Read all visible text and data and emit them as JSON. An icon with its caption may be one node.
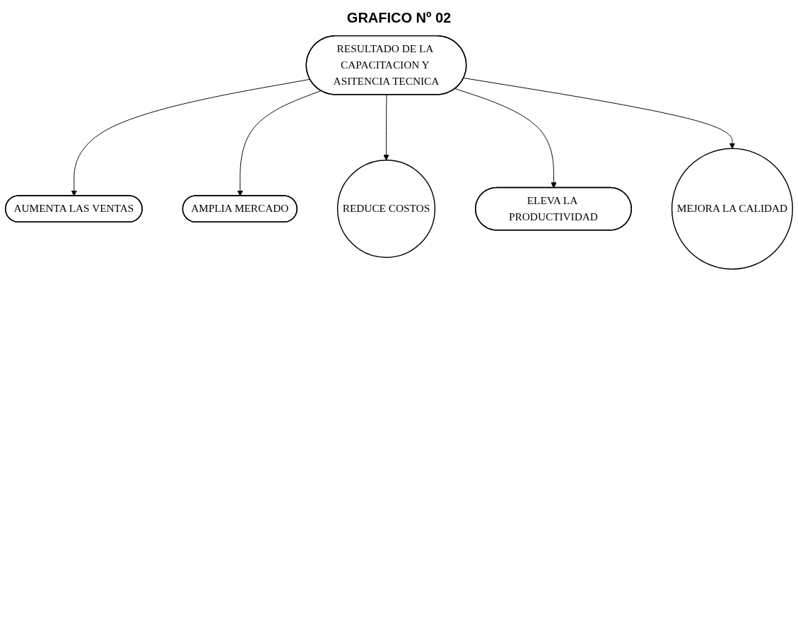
{
  "diagram": {
    "title": "GRAFICO Nº 02",
    "nodes": [
      {
        "text": [
          "AUMENTA LAS VENTAS"
        ]
      },
      {
        "text": [
          "AMPLIA MERCADO"
        ]
      },
      {
        "text": [
          "RESULTADO DE LA CAPACITACION Y ASITENCIA TECNICA"
        ]
      },
      {
        "text": [
          "REDUCE COSTOS"
        ]
      },
      {
        "text": [
          "ELEVA LA PRODUCTIVIDAD"
        ]
      },
      {
        "text": [
          "MEJORA LA CALIDAD"
        ]
      }
    ],
    "edges": [
      {
        "from": 2,
        "to": 0,
        "arrow": "to"
      },
      {
        "from": 2,
        "to": 1,
        "arrow": "to"
      },
      {
        "from": 2,
        "to": 3,
        "arrow": "to"
      },
      {
        "from": 2,
        "to": 4,
        "arrow": "to"
      },
      {
        "from": 2,
        "to": 5,
        "arrow": "to"
      }
    ]
  }
}
